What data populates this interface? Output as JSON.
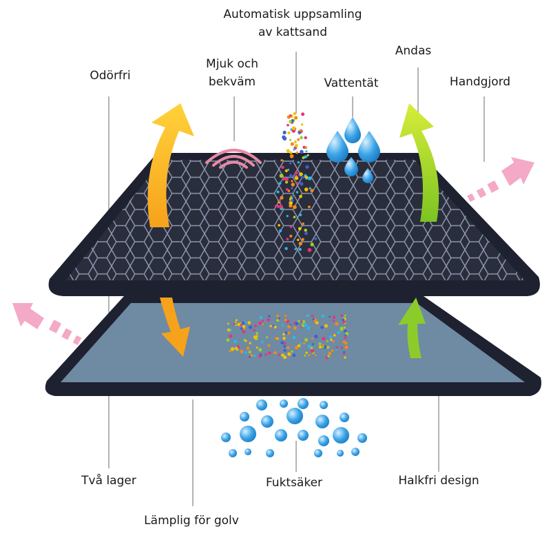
{
  "labels": {
    "auto_collect": [
      "Automatisk uppsamling",
      "av kattsand"
    ],
    "soft": [
      "Mjuk och",
      "bekväm"
    ],
    "odor_free": "Odörfri",
    "waterproof": "Vattentät",
    "breathable": "Andas",
    "handmade": "Handgjord",
    "two_layers": "Två lager",
    "moisture_proof": "Fuktsäker",
    "non_slip": "Halkfri design",
    "floor_suitable": "Lämplig för golv"
  },
  "colors": {
    "mat_top": "#2a2d3b",
    "mat_bottom_fill": "#6f8aa3",
    "mat_frame": "#1e2130",
    "arrow_orange": "#f7a21b",
    "arrow_green": "#8ccc2a",
    "arrow_pink": "#f4a9c6",
    "drop_blue": "#2f93d8",
    "leader_line": "#9a9a9a"
  },
  "icons": [
    "orange-curved-arrow-icon",
    "green-curved-arrow-icon",
    "pink-dashed-arrow-icon",
    "water-drop-icon",
    "soft-wave-icon",
    "bubble-icon"
  ]
}
